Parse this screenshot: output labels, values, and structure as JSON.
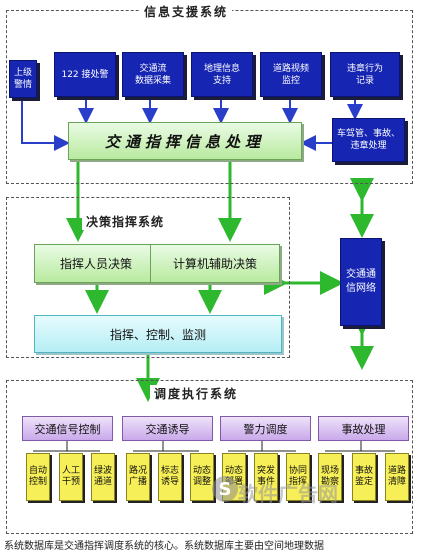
{
  "sections": {
    "info_support": "信息支援系统",
    "decision": "决策指挥系统",
    "dispatch": "调度执行系统"
  },
  "sources": [
    "上级\n警情",
    "122 接处警",
    "交通流\n数据采集",
    "地理信息\n支持",
    "道路视频\n监控",
    "违章行为\n记录",
    "车驾管、事故、\n违章处理"
  ],
  "processing": "交通指挥信息处理",
  "decision_boxes": {
    "human": "指挥人员决策",
    "computer": "计算机辅助决策",
    "command": "指挥、控制、监测"
  },
  "network": "交通通\n信网络",
  "dispatch_groups": [
    {
      "title": "交通信号控制",
      "items": [
        "自动\n控制",
        "人工\n干预",
        "绿波\n通道"
      ]
    },
    {
      "title": "交通诱导",
      "items": [
        "路况\n广播",
        "标志\n诱导",
        "动态\n调整"
      ]
    },
    {
      "title": "警力调度",
      "items": [
        "动态\n部署",
        "突发\n事件",
        "协同\n指挥"
      ]
    },
    {
      "title": "事故处理",
      "items": [
        "现场\n勘察",
        "事故\n鉴定",
        "道路\n清障"
      ]
    }
  ],
  "caption": "系统数据库是交通指挥调度系统的核心。系统数据库主要由空间地理数据",
  "watermark": "软件广告网",
  "watermark_logo": "S",
  "colors": {
    "blue_box": "#1626b3",
    "arrow_green": "#2db82d",
    "arrow_blue": "#2a3fc9",
    "yellow_box": "#f6ef58",
    "purple_box": "#c9a9ea"
  }
}
